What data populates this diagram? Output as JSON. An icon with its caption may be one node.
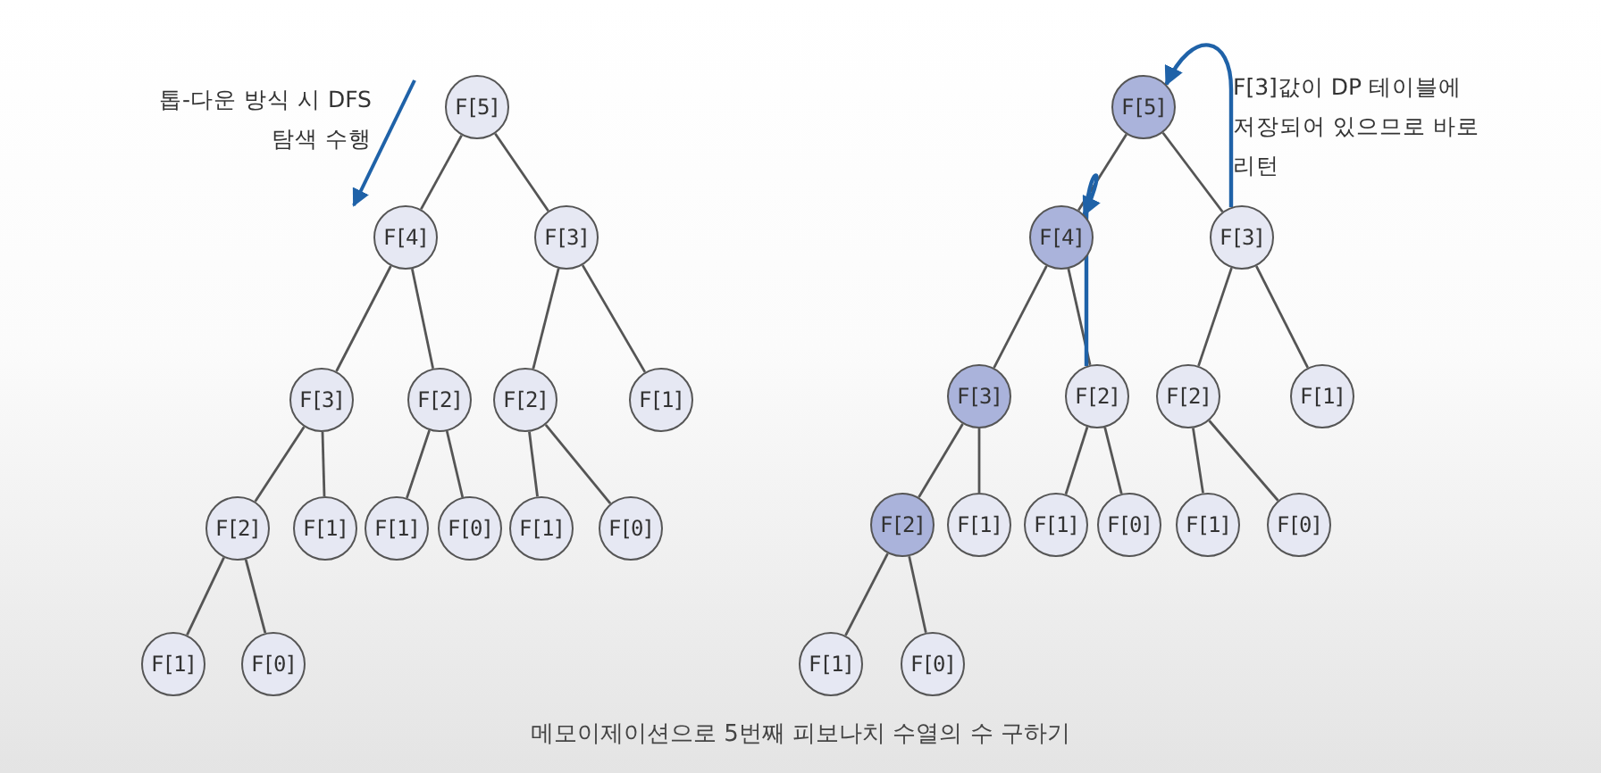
{
  "diagram": {
    "caption": "메모이제이션으로 5번째 피보나치 수열의 수 구하기",
    "nodes": [
      {
        "text": [
          "F[5]"
        ]
      },
      {
        "text": [
          "F[4]"
        ]
      },
      {
        "text": [
          "F[3]"
        ]
      },
      {
        "text": [
          "F[3]"
        ]
      },
      {
        "text": [
          "F[2]"
        ]
      },
      {
        "text": [
          "F[2]"
        ]
      },
      {
        "text": [
          "F[1]"
        ]
      },
      {
        "text": [
          "F[2]"
        ]
      },
      {
        "text": [
          "F[1]"
        ]
      },
      {
        "text": [
          "F[1]"
        ]
      },
      {
        "text": [
          "F[0]"
        ]
      },
      {
        "text": [
          "F[1]"
        ]
      },
      {
        "text": [
          "F[0]"
        ]
      },
      {
        "text": [
          "F[1]"
        ]
      },
      {
        "text": [
          "F[0]"
        ]
      },
      {
        "text": [
          "F[5]"
        ]
      },
      {
        "text": [
          "F[4]"
        ]
      },
      {
        "text": [
          "F[3]"
        ]
      },
      {
        "text": [
          "F[3]"
        ]
      },
      {
        "text": [
          "F[2]"
        ]
      },
      {
        "text": [
          "F[2]"
        ]
      },
      {
        "text": [
          "F[1]"
        ]
      },
      {
        "text": [
          "F[2]"
        ]
      },
      {
        "text": [
          "F[1]"
        ]
      },
      {
        "text": [
          "F[1]"
        ]
      },
      {
        "text": [
          "F[0]"
        ]
      },
      {
        "text": [
          "F[1]"
        ]
      },
      {
        "text": [
          "F[0]"
        ]
      },
      {
        "text": [
          "F[1]"
        ]
      },
      {
        "text": [
          "F[0]"
        ]
      }
    ],
    "edges": [
      {
        "from": 0,
        "to": 1,
        "arrow": "none"
      },
      {
        "from": 0,
        "to": 2,
        "arrow": "none"
      },
      {
        "from": 1,
        "to": 3,
        "arrow": "none"
      },
      {
        "from": 1,
        "to": 4,
        "arrow": "none"
      },
      {
        "from": 2,
        "to": 5,
        "arrow": "none"
      },
      {
        "from": 2,
        "to": 6,
        "arrow": "none"
      },
      {
        "from": 3,
        "to": 7,
        "arrow": "none"
      },
      {
        "from": 3,
        "to": 8,
        "arrow": "none"
      },
      {
        "from": 4,
        "to": 9,
        "arrow": "none"
      },
      {
        "from": 4,
        "to": 10,
        "arrow": "none"
      },
      {
        "from": 5,
        "to": 11,
        "arrow": "none"
      },
      {
        "from": 5,
        "to": 12,
        "arrow": "none"
      },
      {
        "from": 7,
        "to": 13,
        "arrow": "none"
      },
      {
        "from": 7,
        "to": 14,
        "arrow": "none"
      },
      {
        "from": 15,
        "to": 16,
        "arrow": "none"
      },
      {
        "from": 15,
        "to": 17,
        "arrow": "none"
      },
      {
        "from": 16,
        "to": 18,
        "arrow": "none"
      },
      {
        "from": 16,
        "to": 19,
        "arrow": "none"
      },
      {
        "from": 17,
        "to": 20,
        "arrow": "none"
      },
      {
        "from": 17,
        "to": 21,
        "arrow": "none"
      },
      {
        "from": 18,
        "to": 22,
        "arrow": "none"
      },
      {
        "from": 18,
        "to": 23,
        "arrow": "none"
      },
      {
        "from": 19,
        "to": 24,
        "arrow": "none"
      },
      {
        "from": 19,
        "to": 25,
        "arrow": "none"
      },
      {
        "from": 20,
        "to": 26,
        "arrow": "none"
      },
      {
        "from": 20,
        "to": 27,
        "arrow": "none"
      },
      {
        "from": 22,
        "to": 28,
        "arrow": "none"
      },
      {
        "from": 22,
        "to": 29,
        "arrow": "none"
      },
      {
        "from": 17,
        "to": 15,
        "arrow": "to",
        "color": "#1f62a8"
      },
      {
        "from": 19,
        "to": 16,
        "arrow": "to",
        "color": "#1f62a8"
      }
    ],
    "labels": [
      "톱-다운 방식 시 DFS 탐색 수행",
      "F[3]값이 DP 테이블에 저장되어 있으므로 바로 리턴"
    ]
  }
}
